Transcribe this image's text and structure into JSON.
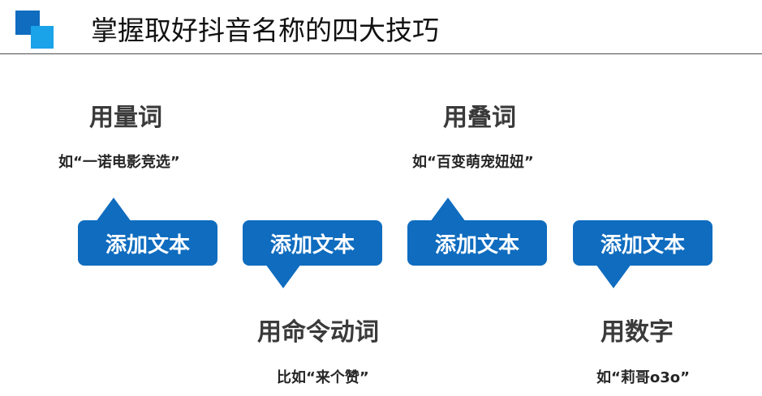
{
  "slide": {
    "title": "掌握取好抖音名称的四大技巧"
  },
  "tips": [
    {
      "heading": "用量词",
      "example": "如“一诺电影竞选”",
      "bubble": "添加文本"
    },
    {
      "heading": "用命令动词",
      "example": "比如“来个赞”",
      "bubble": "添加文本"
    },
    {
      "heading": "用叠词",
      "example": "如“百变萌宠妞妞”",
      "bubble": "添加文本"
    },
    {
      "heading": "用数字",
      "example": "如“莉哥o3o”",
      "bubble": "添加文本"
    }
  ],
  "colors": {
    "accent": "#0f6cbf",
    "accent_light": "#1aa3e8"
  }
}
